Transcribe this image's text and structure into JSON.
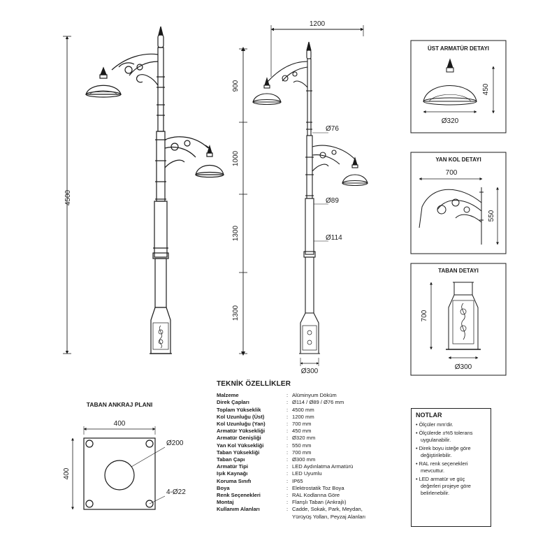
{
  "dims": {
    "total_height": "4500",
    "arm_width": "1200",
    "seg_900": "900",
    "seg_1000": "1000",
    "seg_1300a": "1300",
    "seg_1300b": "1300",
    "d76": "Ø76",
    "d89": "Ø89",
    "d114": "Ø114",
    "base_diam": "Ø300"
  },
  "top_detail": {
    "title": "ÜST ARMATÜR DETAYI",
    "height": "450",
    "diam": "Ø320"
  },
  "side_detail": {
    "title": "YAN KOL DETAYI",
    "width": "700",
    "height": "550"
  },
  "base_detail": {
    "title": "TABAN DETAYI",
    "height": "700",
    "diam": "Ø300"
  },
  "anchor_plan": {
    "title": "TABAN ANKRAJ PLANI",
    "width": "400",
    "height": "400",
    "hole": "Ø200",
    "bolts": "4-Ø22"
  },
  "specs": {
    "title": "TEKNİK ÖZELLİKLER",
    "rows": [
      {
        "k": "Malzeme",
        "v": "Alüminyum Döküm"
      },
      {
        "k": "Direk Çapları",
        "v": "Ø114 / Ø89 / Ø76 mm"
      },
      {
        "k": "Toplam Yükseklik",
        "v": "4500 mm"
      },
      {
        "k": "Kol Uzunluğu (Üst)",
        "v": "1200 mm"
      },
      {
        "k": "Kol Uzunluğu (Yan)",
        "v": "700 mm"
      },
      {
        "k": "Armatür Yüksekliği",
        "v": "450 mm"
      },
      {
        "k": "Armatür Genişliği",
        "v": "Ø320 mm"
      },
      {
        "k": "Yan Kol Yüksekliği",
        "v": "550 mm"
      },
      {
        "k": "Taban Yüksekliği",
        "v": "700 mm"
      },
      {
        "k": "Taban Çapı",
        "v": "Ø300 mm"
      },
      {
        "k": "Armatür Tipi",
        "v": "LED Aydınlatma Armatürü"
      },
      {
        "k": "Işık Kaynağı",
        "v": "LED Uyumlu"
      },
      {
        "k": "Koruma Sınıfı",
        "v": "IP65"
      },
      {
        "k": "Boya",
        "v": "Elektrostatik Toz Boya"
      },
      {
        "k": "Renk Seçenekleri",
        "v": "RAL Kodlarına Göre"
      },
      {
        "k": "Montaj",
        "v": "Flanşlı Taban (Ankrajlı)"
      },
      {
        "k": "Kullanım Alanları",
        "v": "Cadde, Sokak, Park, Meydan,"
      },
      {
        "k": "",
        "v": "Yürüyüş Yolları, Peyzaj Alanları"
      }
    ]
  },
  "notes": {
    "title": "NOTLAR",
    "items": [
      "• Ölçüler mm'dir.",
      "• Ölçülerde ±%5 tolerans uygulanabilir.",
      "• Direk boyu isteğe göre değiştirilebilir.",
      "• RAL renk seçenekleri mevcuttur.",
      "• LED armatür ve güç değerleri projeye göre belirlenebilir."
    ]
  },
  "colors": {
    "line": "#1a1a1a",
    "bg": "#ffffff"
  }
}
